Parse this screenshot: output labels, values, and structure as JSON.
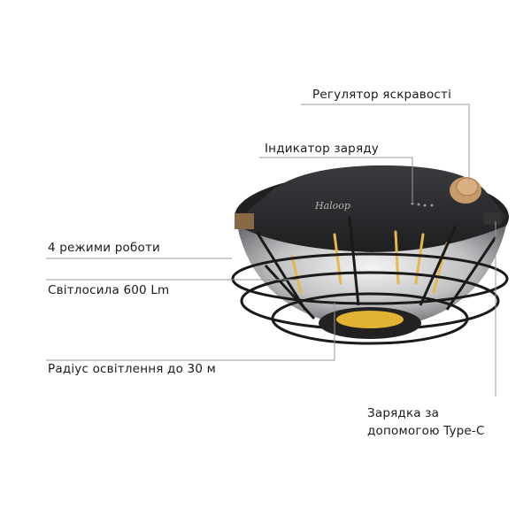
{
  "product": {
    "brand_logo_text": "Haloop"
  },
  "callouts": {
    "brightness": "Регулятор яскравості",
    "charge_indicator": "Індикатор заряду",
    "modes": "4 режими роботи",
    "luminous_flux": "Світлосила 600 Lm",
    "radius": "Радіус освітлення до 30 м",
    "charging_line1": "Зарядка за",
    "charging_line2": "допомогою Type-C"
  },
  "colors": {
    "body": "#2b2c2e",
    "knob": "#c79a6a",
    "filament": "#e8b64c",
    "leader_line": "#9a9a9a"
  }
}
